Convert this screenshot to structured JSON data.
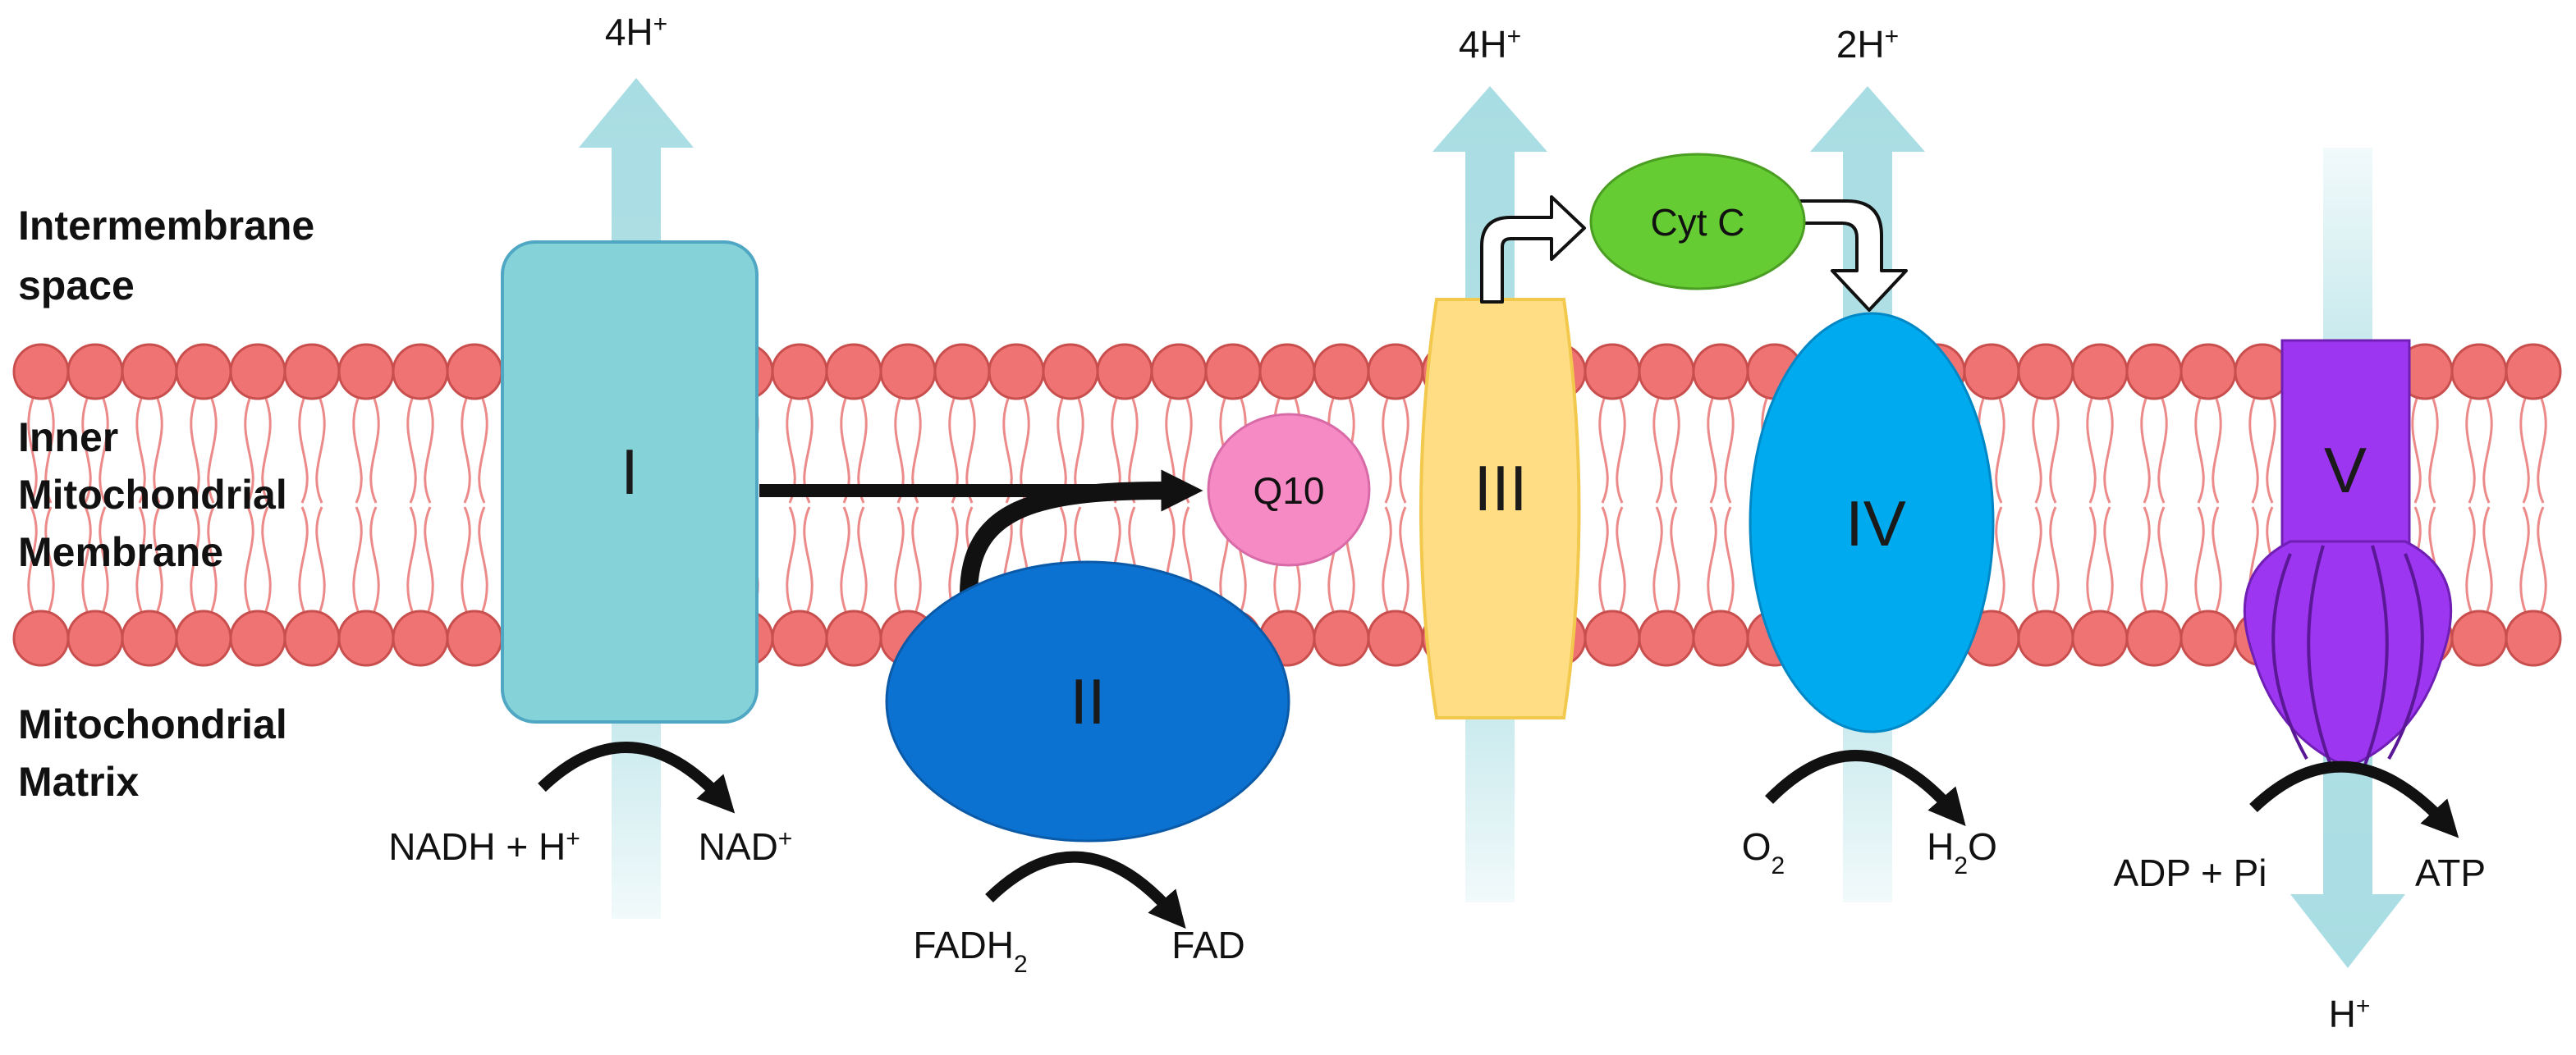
{
  "regions": {
    "intermembrane": [
      "Intermembrane",
      "space"
    ],
    "inner_membrane": [
      "Inner",
      "Mitochondrial",
      "Membrane"
    ],
    "matrix": [
      "Mitochondrial",
      "Matrix"
    ]
  },
  "complexes": {
    "c1": "I",
    "c2": "II",
    "c3": "III",
    "c4": "IV",
    "c5": "V",
    "q10": "Q10",
    "cytc": "Cyt C"
  },
  "protons": {
    "c1_out": "4H",
    "c3_out": "4H",
    "c4_out": "2H",
    "c5_in": "H",
    "plus": "+"
  },
  "reactions": {
    "nadh": "NADH + H",
    "nad": "NAD",
    "fadh": "FADH",
    "fadh_sub": "2",
    "fad": "FAD",
    "o": "O",
    "o_sub": "2",
    "h": "H",
    "h_sub": "2",
    "h2o_o": "O",
    "adp": "ADP + Pi",
    "atp": "ATP",
    "plus": "+"
  },
  "colors": {
    "lipid_head": "#f07373",
    "lipid_tail": "#ec8a8a",
    "proton_arrow": "#a8dde3",
    "complex_1": "#85d3d8",
    "complex_2": "#0b72d2",
    "complex_3": "#ffdd85",
    "complex_4": "#00aaee",
    "complex_5": "#9c36f0",
    "q10": "#f58ac4",
    "cytc": "#66cc33"
  }
}
